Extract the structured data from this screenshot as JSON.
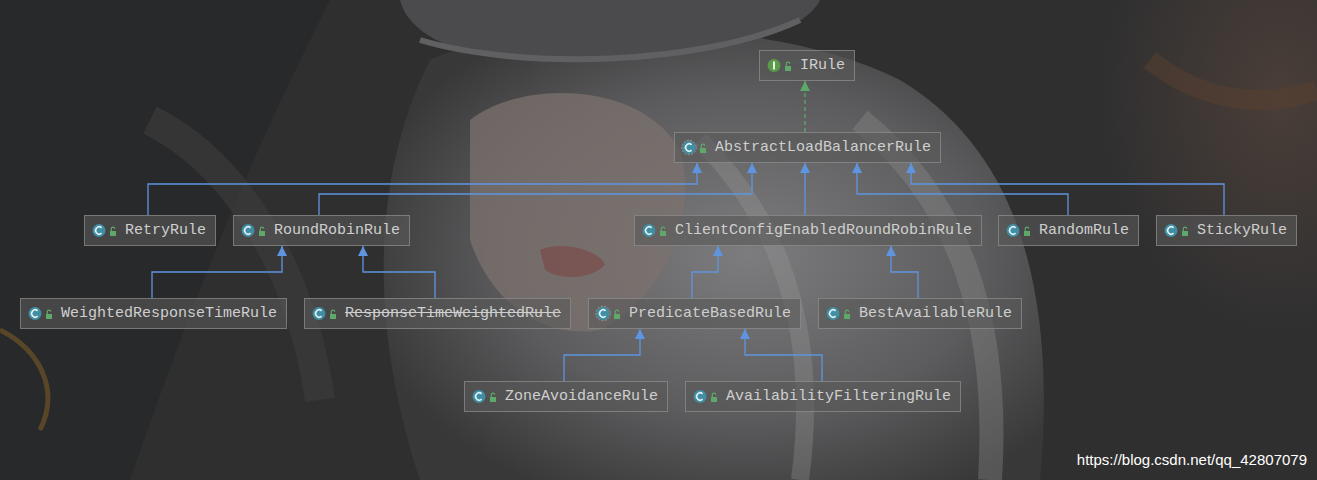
{
  "diagram": {
    "nodes": [
      {
        "text": [
          "IRule"
        ]
      },
      {
        "text": [
          "AbstractLoadBalancerRule"
        ]
      },
      {
        "text": [
          "RetryRule"
        ]
      },
      {
        "text": [
          "RoundRobinRule"
        ]
      },
      {
        "text": [
          "ClientConfigEnabledRoundRobinRule"
        ]
      },
      {
        "text": [
          "RandomRule"
        ]
      },
      {
        "text": [
          "StickyRule"
        ]
      },
      {
        "text": [
          "WeightedResponseTimeRule"
        ]
      },
      {
        "text": [
          "ResponseTimeWeightedRule"
        ]
      },
      {
        "text": [
          "PredicateBasedRule"
        ]
      },
      {
        "text": [
          "BestAvailableRule"
        ]
      },
      {
        "text": [
          "ZoneAvoidanceRule"
        ]
      },
      {
        "text": [
          "AvailabilityFilteringRule"
        ]
      }
    ],
    "edges": [
      {
        "from": 1,
        "to": 0,
        "arrow": "to"
      },
      {
        "from": 2,
        "to": 1,
        "arrow": "to"
      },
      {
        "from": 3,
        "to": 1,
        "arrow": "to"
      },
      {
        "from": 4,
        "to": 1,
        "arrow": "to"
      },
      {
        "from": 5,
        "to": 1,
        "arrow": "to"
      },
      {
        "from": 6,
        "to": 1,
        "arrow": "to"
      },
      {
        "from": 7,
        "to": 3,
        "arrow": "to"
      },
      {
        "from": 8,
        "to": 3,
        "arrow": "to"
      },
      {
        "from": 9,
        "to": 4,
        "arrow": "to"
      },
      {
        "from": 10,
        "to": 4,
        "arrow": "to"
      },
      {
        "from": 11,
        "to": 9,
        "arrow": "to"
      },
      {
        "from": 12,
        "to": 9,
        "arrow": "to"
      }
    ],
    "labels": [
      "https://blog.csdn.net/qq_42807079"
    ]
  }
}
